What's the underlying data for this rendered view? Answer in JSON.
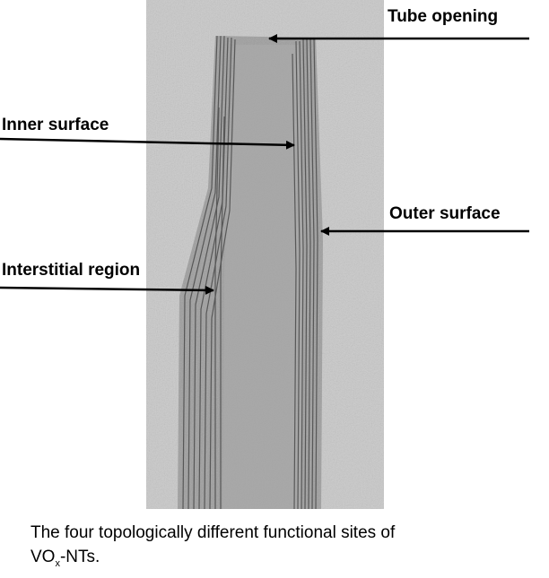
{
  "figure": {
    "labels": {
      "tube_opening": "Tube opening",
      "inner_surface": "Inner surface",
      "outer_surface": "Outer surface",
      "interstitial_region": "Interstitial region"
    },
    "caption": {
      "line1": "The four topologically different functional sites of",
      "line2_prefix": "VO",
      "line2_subscript": "x",
      "line2_suffix": "-NTs."
    }
  }
}
